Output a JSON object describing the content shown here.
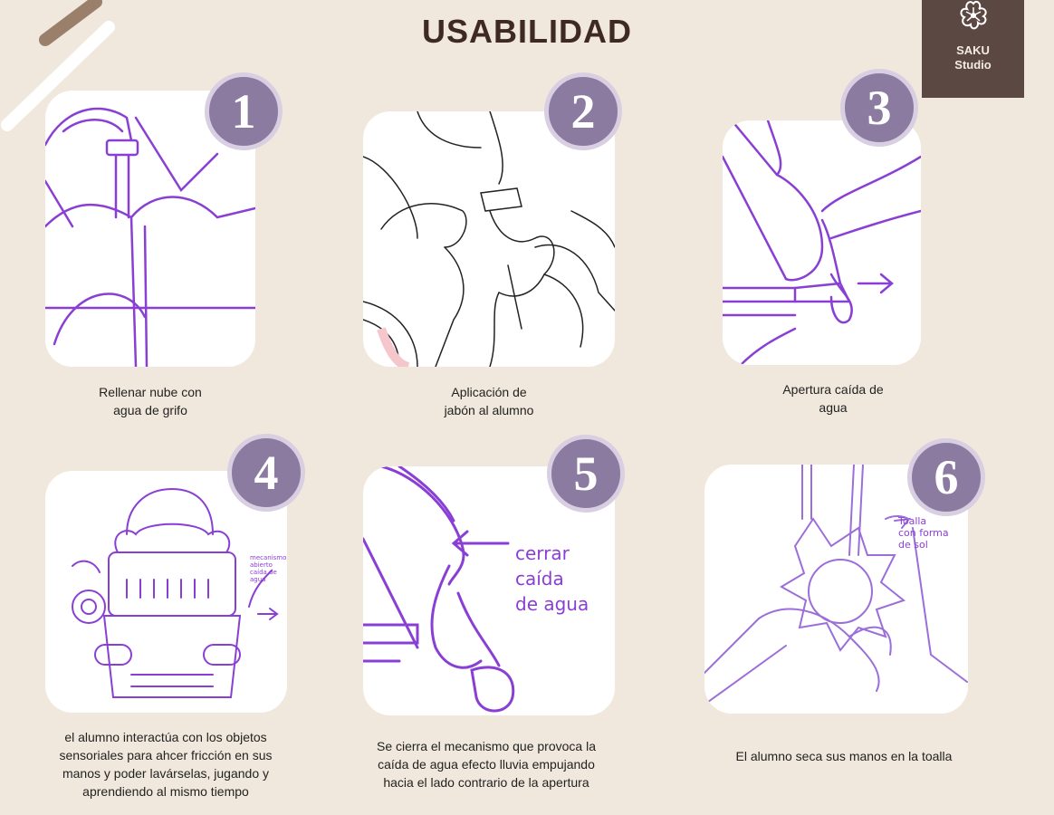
{
  "page": {
    "title": "USABILIDAD",
    "logo": {
      "name": "SAKU",
      "subtitle": "Studio"
    },
    "steps": [
      {
        "number": "1",
        "caption": [
          "Rellenar nube con",
          "agua de grifo"
        ]
      },
      {
        "number": "2",
        "caption": [
          "Aplicación de",
          "jabón al alumno"
        ]
      },
      {
        "number": "3",
        "caption": [
          "Apertura caída de",
          "agua"
        ]
      },
      {
        "number": "4",
        "caption": [
          "el alumno interactúa con los objetos",
          "sensoriales para ahcer fricción en sus",
          "manos y poder lavárselas, jugando y",
          "aprendiendo al mismo tiempo"
        ]
      },
      {
        "number": "5",
        "caption": [
          "Se cierra el mecanismo que provoca la",
          "caída de agua efecto lluvia empujando",
          "hacia el lado contrario de la apertura"
        ]
      },
      {
        "number": "6",
        "caption": [
          "El alumno seca sus manos en la toalla"
        ]
      }
    ],
    "sketch_notes": {
      "step4": [
        "mecanismo",
        "abierto",
        "caída de",
        "agua"
      ],
      "step5": [
        "cerrar",
        "caída",
        "de agua"
      ],
      "step6": [
        "Toalla",
        "con forma",
        "de sol"
      ]
    }
  },
  "colors": {
    "background": "#f0e8dc",
    "title": "#3e2a22",
    "logo_bg": "#5c4842",
    "badge": "#8b7ba0",
    "sketch": "#8a3fd4"
  }
}
